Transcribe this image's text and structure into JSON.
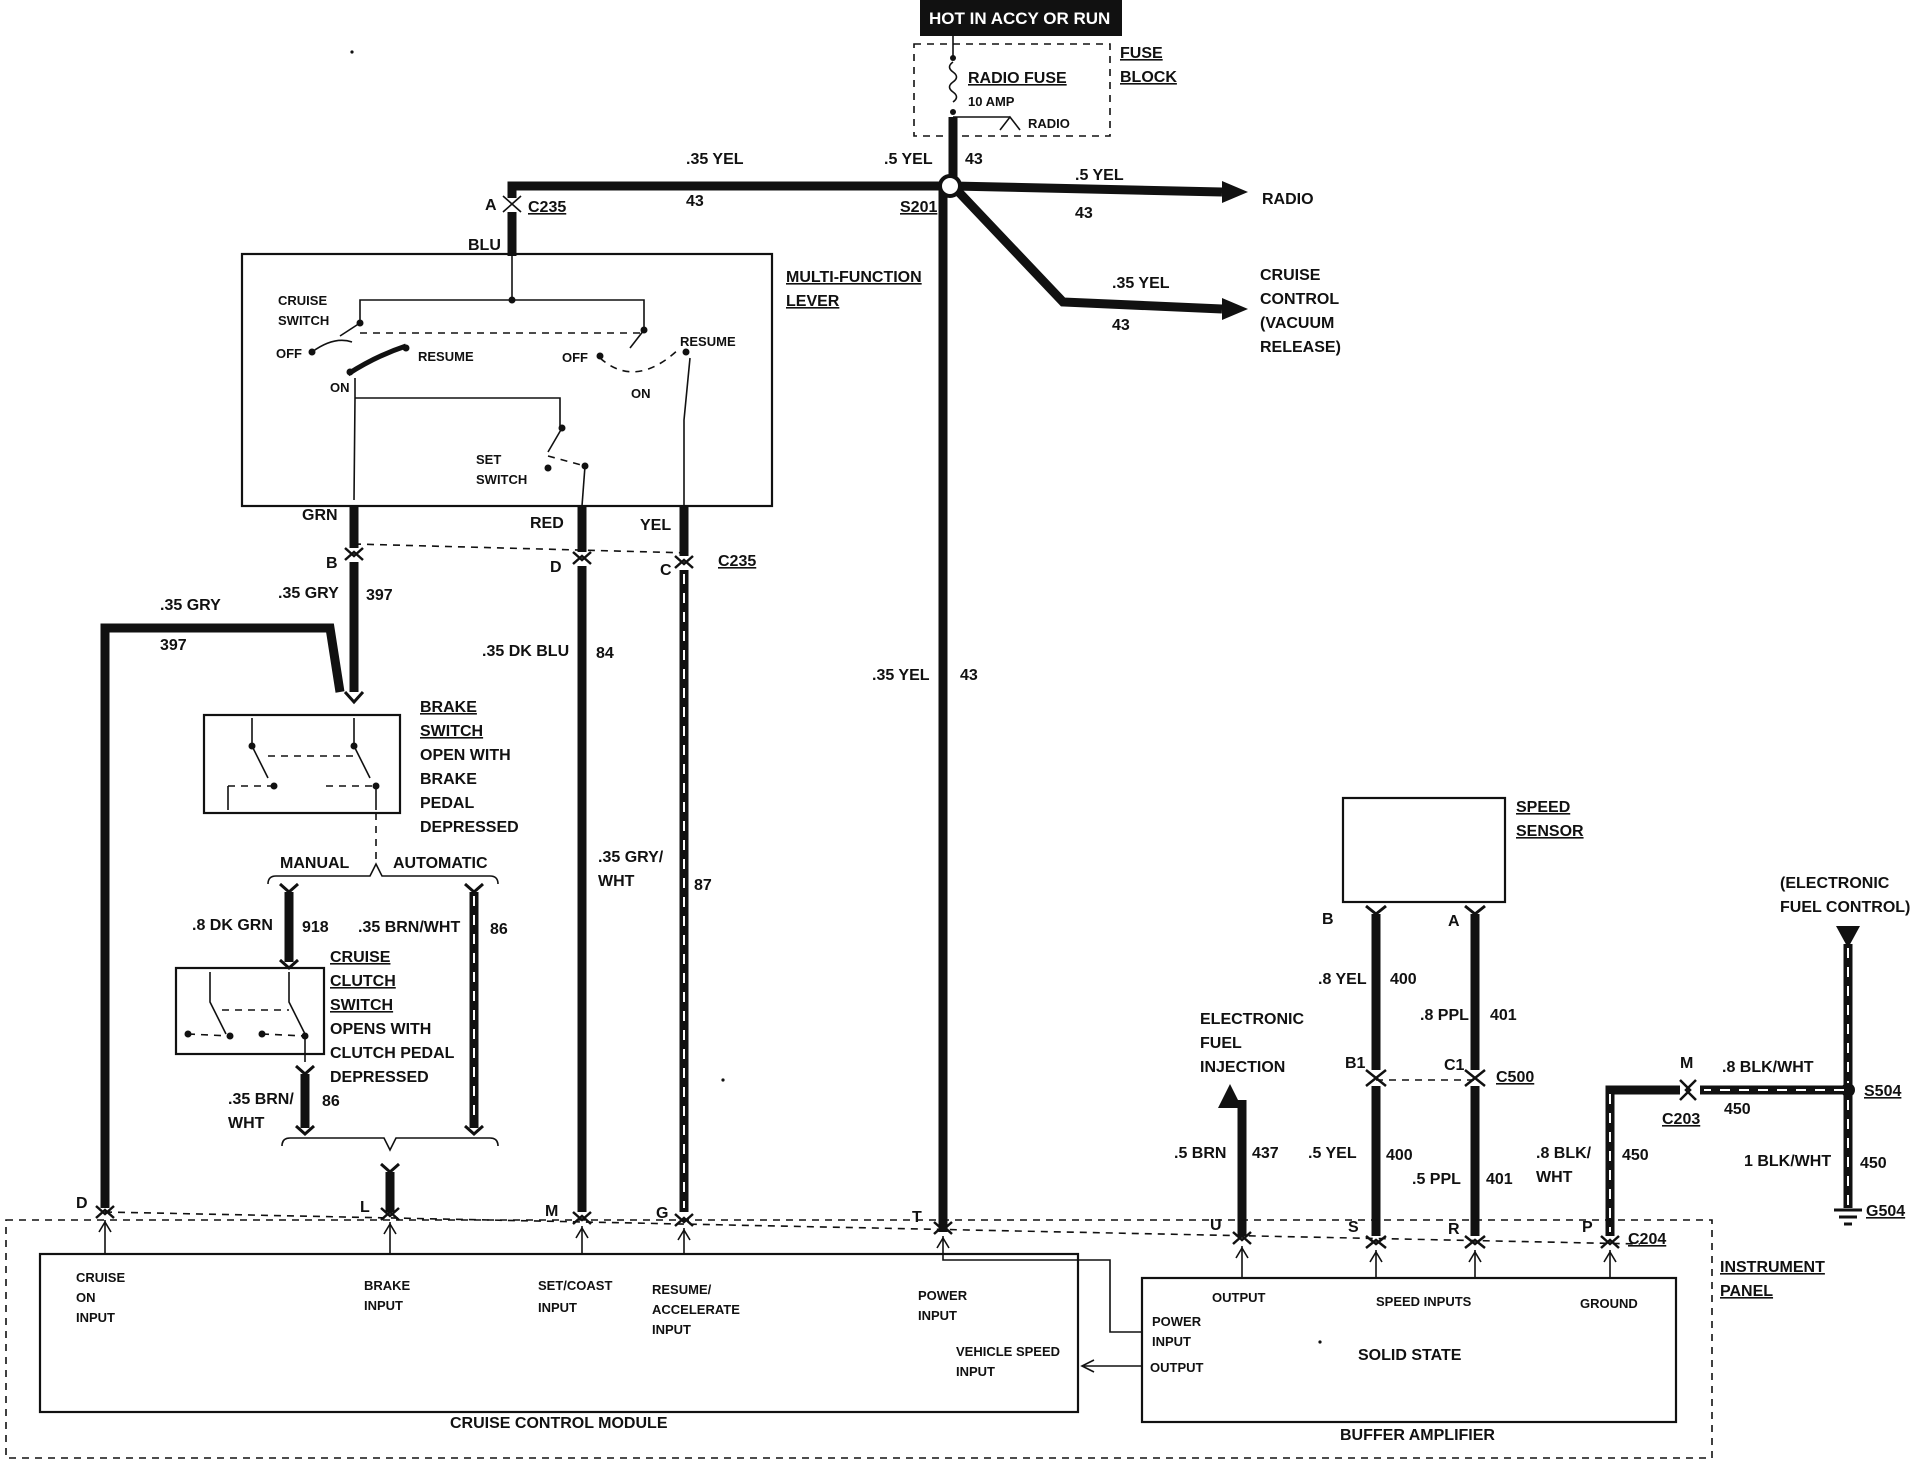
{
  "power": {
    "hot_label": "HOT IN ACCY OR RUN",
    "radio_fuse": "RADIO FUSE",
    "fuse_rating": "10 AMP",
    "fuse_block": [
      "FUSE",
      "BLOCK"
    ],
    "radio_tap": "RADIO"
  },
  "splice_s201": {
    "name": "S201",
    "wire_left_gauge": ".35 YEL",
    "wire_left_circuit": "43",
    "wire_top_gauge": ".5 YEL",
    "wire_top_circuit": "43",
    "wire_radio_gauge": ".5 YEL",
    "wire_radio_circuit": "43",
    "radio_dest": "RADIO",
    "wire_cruise_gauge": ".35 YEL",
    "wire_cruise_circuit": "43",
    "cruise_dest": [
      "CRUISE",
      "CONTROL",
      "(VACUUM",
      "RELEASE)"
    ],
    "down_gauge": ".35 YEL",
    "down_circuit": "43"
  },
  "connector_c235": {
    "name": "C235",
    "pin_a": "A",
    "pin_b": "B",
    "pin_d": "D",
    "pin_c": "C"
  },
  "multifunction_lever": {
    "title": [
      "MULTI-FUNCTION",
      "LEVER"
    ],
    "in_color": "BLU",
    "cruise_switch": [
      "CRUISE",
      "SWITCH"
    ],
    "off_left": "OFF",
    "resume_left": "RESUME",
    "on_left": "ON",
    "off_right": "OFF",
    "resume_right": "RESUME",
    "on_right": "ON",
    "set_switch": [
      "SET",
      "SWITCH"
    ],
    "out_grn": "GRN",
    "out_red": "RED",
    "out_yel": "YEL"
  },
  "wires": {
    "gry_397_gauge": ".35 GRY",
    "gry_397_circuit": "397",
    "gry_top_gauge": ".35 GRY",
    "gry_top_circuit": "397",
    "dkblu_gauge": ".35 DK BLU",
    "dkblu_circuit": "84",
    "grywht_gauge": [
      ".35 GRY/",
      "WHT"
    ],
    "grywht_circuit": "87",
    "dkgrn_gauge": ".8 DK GRN",
    "dkgrn_circuit": "918",
    "brnwht_gauge": ".35 BRN/WHT",
    "brnwht_circuit": "86",
    "brnwht2_gauge": [
      ".35 BRN/",
      "WHT"
    ],
    "brnwht2_circuit": "86"
  },
  "brake_switch": {
    "label": [
      "BRAKE",
      "SWITCH",
      "OPEN WITH",
      "BRAKE",
      "PEDAL",
      "DEPRESSED"
    ]
  },
  "transmission": {
    "manual": "MANUAL",
    "automatic": "AUTOMATIC"
  },
  "clutch_switch": {
    "label": [
      "CRUISE",
      "CLUTCH",
      "SWITCH",
      "OPENS WITH",
      "CLUTCH PEDAL",
      "DEPRESSED"
    ]
  },
  "speed_sensor": {
    "label": [
      "SPEED",
      "SENSOR"
    ],
    "pin_b": "B",
    "pin_a": "A",
    "yel_gauge": ".8 YEL",
    "yel_circuit": "400",
    "ppl_gauge": ".8 PPL",
    "ppl_circuit": "401"
  },
  "connector_c500": {
    "name": "C500",
    "pin_b1": "B1",
    "pin_c1": "C1",
    "yel_gauge": ".5 YEL",
    "yel_circuit": "400",
    "ppl_gauge": ".5 PPL",
    "ppl_circuit": "401"
  },
  "efi": {
    "label": [
      "ELECTRONIC",
      "FUEL",
      "INJECTION"
    ],
    "gauge": ".5 BRN",
    "circuit": "437"
  },
  "ground": {
    "efc": [
      "(ELECTRONIC",
      "FUEL CONTROL)"
    ],
    "splice": "S504",
    "pin_m": "M",
    "c203": "C203",
    "blkwht_gauge": ".8 BLK/WHT",
    "blkwht_circuit": "450",
    "blkwht2_gauge": [
      ".8 BLK/",
      "WHT"
    ],
    "blkwht2_circuit": "450",
    "blkwht3_gauge": "1 BLK/WHT",
    "blkwht3_circuit": "450",
    "g504": "G504"
  },
  "connector_c204": {
    "name": "C204",
    "pins": [
      "D",
      "L",
      "M",
      "G",
      "T",
      "U",
      "S",
      "R",
      "P"
    ]
  },
  "instrument_panel": [
    "INSTRUMENT",
    "PANEL"
  ],
  "cruise_module": {
    "title": "CRUISE CONTROL MODULE",
    "cruise_on": [
      "CRUISE",
      "ON",
      "INPUT"
    ],
    "brake": [
      "BRAKE",
      "INPUT"
    ],
    "set_coast": [
      "SET/COAST",
      "INPUT"
    ],
    "resume_accel": [
      "RESUME/",
      "ACCELERATE",
      "INPUT"
    ],
    "power": [
      "POWER",
      "INPUT"
    ],
    "vss": [
      "VEHICLE SPEED",
      "INPUT"
    ]
  },
  "buffer_amplifier": {
    "title": "BUFFER AMPLIFIER",
    "output": "OUTPUT",
    "speed_inputs": "SPEED INPUTS",
    "ground": "GROUND",
    "power_input": [
      "POWER",
      "INPUT"
    ],
    "output2": "OUTPUT",
    "solid_state": "SOLID STATE"
  }
}
